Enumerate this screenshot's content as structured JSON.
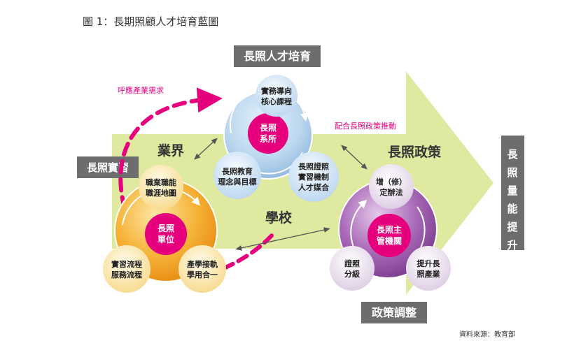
{
  "figure_title": "圖 1：長期照顧人才培育藍圖",
  "source_note": "資料來源：教育部",
  "labels": {
    "top_box": "長照人才培育",
    "left_box": "長照實習",
    "bottom_box": "政策調整",
    "right_box_chars": [
      "長",
      "照",
      "量",
      "能",
      "提",
      "升"
    ],
    "industry": "業界",
    "school": "學校",
    "policy": "長照政策",
    "respond_industry": "呼應產業需求",
    "coordinate_policy": "配合長照政策推動"
  },
  "blue_cluster": {
    "center": [
      "長照",
      "系所"
    ],
    "top": [
      "實務導向",
      "核心課程"
    ],
    "bottom_left": [
      "長照教育",
      "理念與目標"
    ],
    "bottom_right": [
      "長照證照",
      "實習機制",
      "人才媒合"
    ]
  },
  "orange_cluster": {
    "center": [
      "長照",
      "單位"
    ],
    "top": [
      "職業職能",
      "職涯地圖"
    ],
    "bottom_left": [
      "實習流程",
      "服務流程"
    ],
    "bottom_right": [
      "產學接軌",
      "學用合一"
    ]
  },
  "purple_cluster": {
    "center": [
      "長照主",
      "管機關"
    ],
    "top": [
      "增（修）",
      "定辦法"
    ],
    "bottom_left": [
      "證照",
      "分級"
    ],
    "bottom_right": [
      "提升長",
      "照產業"
    ]
  },
  "colors": {
    "arrow_green": "#dfeaa0",
    "gray_box": "#6d6d6d",
    "magenta": "#e6007e",
    "blue_main": "#9ec3e6",
    "orange_main": "#f29a1a",
    "purple_main": "#8c4aa0"
  }
}
